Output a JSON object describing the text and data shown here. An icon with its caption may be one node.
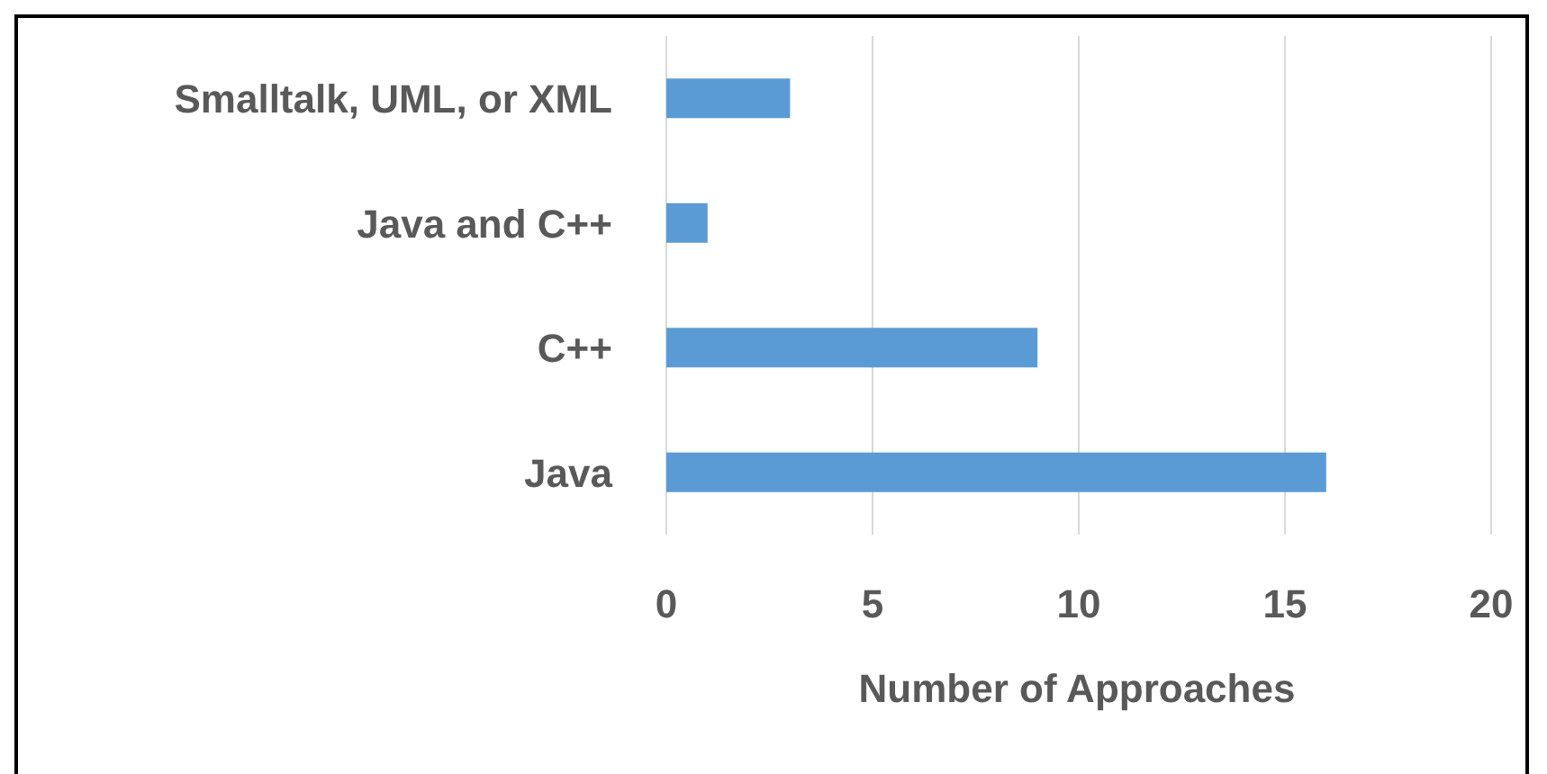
{
  "diagram": {
    "chart_data": {
      "type": "bar",
      "orientation": "horizontal",
      "xlabel": "Number of Approaches",
      "categories": [
        "Smalltalk, UML, or XML",
        "Java and C++",
        "C++",
        "Java"
      ],
      "series": [
        {
          "color": "#5b9bd5",
          "values": [
            3,
            1,
            9,
            16
          ]
        }
      ],
      "xlim": [
        0,
        20
      ],
      "grid": true,
      "xticks": [
        0,
        5,
        10,
        15,
        20
      ]
    }
  }
}
